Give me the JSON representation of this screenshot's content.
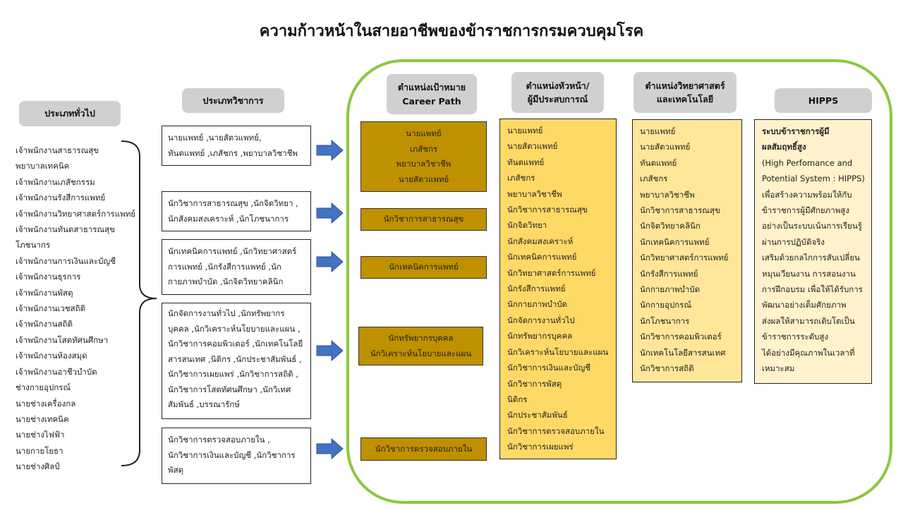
{
  "title": "ความก้าวหน้าในสายอาชีพของข้าราชการกรมควบคุมโรค",
  "headers": {
    "general": "ประเภททั่วไป",
    "academic": "ประเภทวิชาการ",
    "target_line1": "ตำแหน่งเป้าหมาย",
    "target_line2": "Career Path",
    "head_line1": "ตำแหน่งหัวหน้า/",
    "head_line2": "ผู้มีประสบการณ์",
    "sci_line1": "ตำแหน่งวิทยาศาสตร์",
    "sci_line2": "และเทคโนโลยี",
    "hipps": "HIPPS"
  },
  "general_positions": [
    "เจ้าพนักงานสาธารณสุข",
    "พยาบาลเทคนิค",
    "เจ้าพนักงานเภสัชกรรม",
    "เจ้าพนักงานรังสีการแพทย์",
    "เจ้าพนักงานวิทยาศาสตร์การแพทย์",
    "เจ้าพนักงานทันตสาธารณสุข",
    "โภชนากร",
    "เจ้าพนักงานการเงินและบัญชี",
    "เจ้าพนักงานธุรการ",
    "เจ้าพนักงานพัสดุ",
    "เจ้าพนักงานเวชสถิติ",
    "เจ้าพนักงานสถิติ",
    "เจ้าพนักงานโสตทัศนศึกษา",
    "เจ้าพนักงานห้องสมุด",
    "เจ้าพนักงานอาชีวบำบัด",
    "ช่างกายอุปกรณ์",
    "นายช่างเครื่องกล",
    "นายช่างเทคนิค",
    "นายช่างไฟฟ้า",
    "นายกายโยธา",
    "นายช่างศิลป์"
  ],
  "academic_groups": [
    {
      "lines": [
        "นายแพทย์ ,นายสัตวแพทย์,",
        "ทันตแพทย์ ,เภสัชกร ,พยาบาลวิชาชีพ"
      ]
    },
    {
      "lines": [
        "นักวิชาการสาธารณสุข ,นักจิตวิทยา ,",
        "นักสังคมสงเคราะห์ ,นักโภชนาการ"
      ]
    },
    {
      "lines": [
        "นักเทคนิคการแพทย์ ,นักวิทยาศาสตร์",
        "การแพทย์ ,นักรังสีการแพทย์ ,นัก",
        "กายภาพบำบัด ,นักจิตวิทยาคลินิก"
      ]
    },
    {
      "lines": [
        "นักจัดการงานทั่วไป ,นักทรัพยากร",
        "บุคคล ,นักวิเคราะห์นโยบายและแผน ,",
        "นักวิชาการคอมพิวเตอร์ ,นักเทคโนโลยี",
        "สารสนเทศ ,นิติกร ,นักประชาสัมพันธ์ ,",
        "นักวิชาการเผยแพร่ ,นักวิชาการสถิติ ,",
        "นักวิชาการโสตทัศนศึกษา ,นักวิเทศ",
        "สัมพันธ์ ,บรรณารักษ์"
      ]
    },
    {
      "lines": [
        "นักวิชาการตรวจสอบภายใน ,",
        "นักวิชาการเงินและบัญชี ,นักวิชาการ",
        "พัสดุ"
      ]
    }
  ],
  "target_positions": [
    {
      "lines": [
        "นายแพทย์",
        "เภสัชกร",
        "พยาบาลวิชาชีพ",
        "นายสัตวแพทย์"
      ]
    },
    {
      "lines": [
        "นักวิชาการสาธารณสุข"
      ]
    },
    {
      "lines": [
        "นักเทคนิคการแพทย์"
      ]
    },
    {
      "lines": [
        "นักทรัพยากรบุคคล",
        "นักวิเคราะห์นโยบายและแผน"
      ]
    },
    {
      "lines": [
        "นักวิชาการตรวจสอบภายใน"
      ]
    }
  ],
  "head_positions": [
    "นายแพทย์",
    "นายสัตวแพทย์",
    "ทันตแพทย์",
    "เภสัชกร",
    "พยาบาลวิชาชีพ",
    "นักวิชาการสาธารณสุข",
    "นักจิตวิทยา",
    "นักสังคมสงเคราะห์",
    "นักเทคนิคการแพทย์",
    "นักวิทยาศาสตร์การแพทย์",
    "นักรังสีการแพทย์",
    "นักกายภาพบำบัด",
    "นักจัดการงานทั่วไป",
    "นักทรัพยากรบุคคล",
    "นักวิเคราะห์นโยบายและแผน",
    "นักวิชาการเงินและบัญชี",
    "นักวิชาการพัสดุ",
    "นิติกร",
    "นักประชาสัมพันธ์",
    "นักวิชาการตรวจสอบภายใน",
    "นักวิชาการเผยแพร่"
  ],
  "sci_positions": [
    "นายแพทย์",
    "นายสัตวแพทย์",
    "ทันตแพทย์",
    "เภสัชกร",
    "พยาบาลวิชาชีพ",
    "นักวิชาการสาธารณสุข",
    "นักจิตวิทยาคลินิก",
    "นักเทคนิคการแพทย์",
    "นักวิทยาศาสตร์การแพทย์",
    "นักรังสีการแพทย์",
    "นักกายภาพบำบัด",
    "นักกายอุปกรณ์",
    "นักโภชนาการ",
    "นักวิชาการคอมพิวเตอร์",
    "นักเทคโนโลยีสารสนเทศ",
    "นักวิชาการสถิติ"
  ],
  "hipps": {
    "bold_lines": [
      "ระบบข้าราชการผู้มี",
      "ผลสัมฤทธิ์สูง"
    ],
    "lines": [
      "(High Perfomance and",
      "Potential System : HIPPS)",
      "เพื่อสร้างความพร้อมให้กับ",
      "ข้าราชการผู้มีศักยภาพสูง",
      "อย่างเป็นระบบเน้นการเรียนรู้",
      "ผ่านการปฏิบัติจริง",
      "เสริมด้วยกลไกการสับเปลี่ยน",
      "หมุนเวียนงาน การสอนงาน",
      "การฝึกอบรม เพื่อให้ได้รับการ",
      "พัฒนาอย่างเต็มศักยภาพ",
      "ส่งผลให้สามารถเติบโตเป็น",
      "ข้าราชการระดับสูง",
      "ได้อย่างมีคุณภาพในเวลาที่",
      "เหมาะสม"
    ]
  },
  "colors": {
    "accent_green": "#8dc63f",
    "arrow_blue": "#4472c4",
    "target_gold": "#bf9000",
    "head_yellow": "#ffd966",
    "sci_yellow": "#ffe699",
    "hipps_cream": "#fff2cc",
    "header_gray": "#d0d0d0"
  }
}
